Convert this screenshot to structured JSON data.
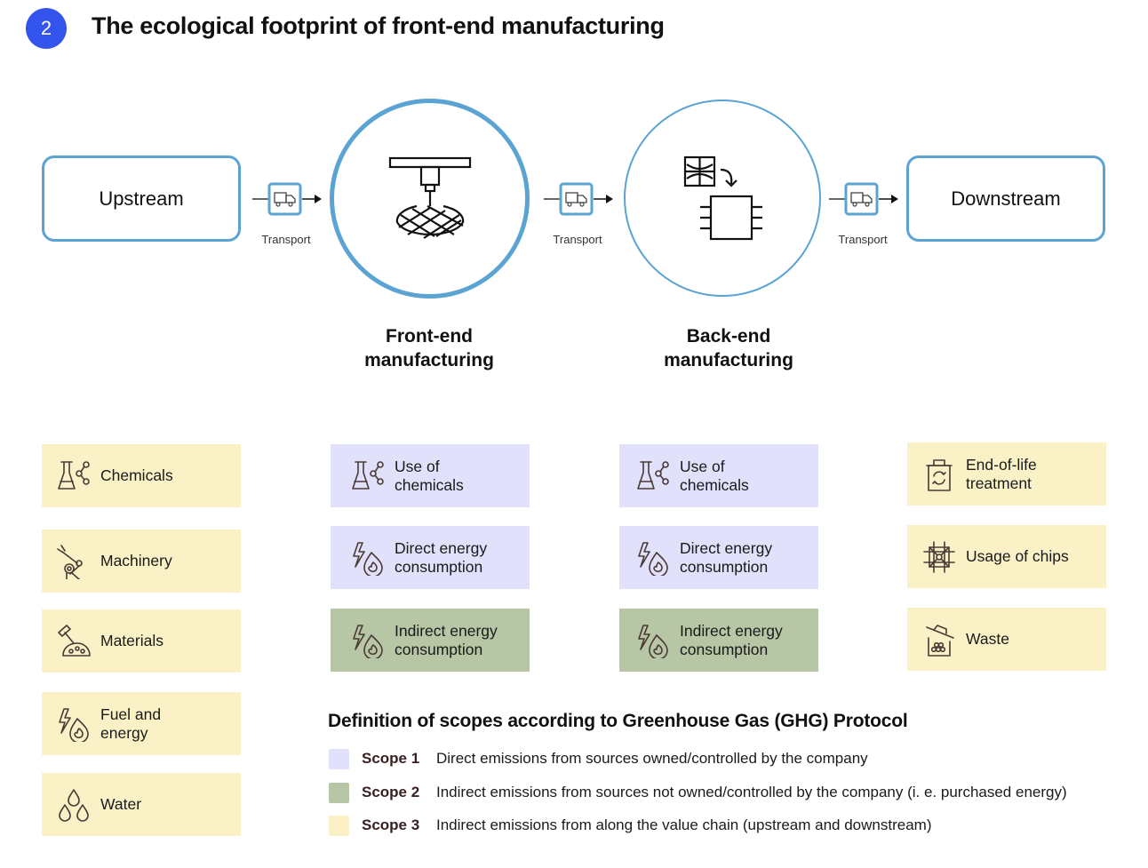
{
  "header": {
    "number": "2",
    "title": "The ecological footprint of front-end manufacturing"
  },
  "flow": {
    "upstream": "Upstream",
    "downstream": "Downstream",
    "front_end": {
      "line1": "Front-end",
      "line2": "manufacturing",
      "icon": "wafer-deposition-icon"
    },
    "back_end": {
      "line1": "Back-end",
      "line2": "manufacturing",
      "icon": "chip-packaging-icon"
    },
    "transports": [
      {
        "label": "Transport",
        "icon": "truck-icon"
      },
      {
        "label": "Transport",
        "icon": "truck-icon"
      },
      {
        "label": "Transport",
        "icon": "truck-icon"
      }
    ]
  },
  "columns": {
    "upstream": [
      {
        "label": "Chemicals",
        "icon": "chemicals-flask-icon",
        "scope": "Scope 3"
      },
      {
        "label": "Machinery",
        "icon": "robot-arm-icon",
        "scope": "Scope 3"
      },
      {
        "label": "Materials",
        "icon": "mining-hammer-icon",
        "scope": "Scope 3"
      },
      {
        "label": "Fuel and energy",
        "icon": "lightning-flame-icon",
        "scope": "Scope 3"
      },
      {
        "label": "Water",
        "icon": "water-drops-icon",
        "scope": "Scope 3"
      }
    ],
    "front_end": [
      {
        "label": "Use of chemicals",
        "icon": "chemicals-flask-icon",
        "scope": "Scope 1"
      },
      {
        "label": "Direct energy consumption",
        "icon": "lightning-flame-icon",
        "scope": "Scope 1"
      },
      {
        "label": "Indirect energy consumption",
        "icon": "lightning-flame-icon",
        "scope": "Scope 2"
      }
    ],
    "back_end": [
      {
        "label": "Use of chemicals",
        "icon": "chemicals-flask-icon",
        "scope": "Scope 1"
      },
      {
        "label": "Direct energy consumption",
        "icon": "lightning-flame-icon",
        "scope": "Scope 1"
      },
      {
        "label": "Indirect energy consumption",
        "icon": "lightning-flame-icon",
        "scope": "Scope 2"
      }
    ],
    "downstream": [
      {
        "label": "End-of-life treatment",
        "icon": "recycle-bin-icon",
        "scope": "Scope 3"
      },
      {
        "label": "Usage of chips",
        "icon": "chip-icon",
        "scope": "Scope 3"
      },
      {
        "label": "Waste",
        "icon": "waste-bin-icon",
        "scope": "Scope 3"
      }
    ]
  },
  "legend": {
    "title": "Definition of scopes according to Greenhouse Gas (GHG) Protocol",
    "items": [
      {
        "scope": "Scope 1",
        "description": "Direct emissions from sources owned/controlled by the company",
        "color": "#e1e1fb"
      },
      {
        "scope": "Scope 2",
        "description": "Indirect emissions from sources not owned/controlled by the company (i. e. purchased energy)",
        "color": "#b7c6a4"
      },
      {
        "scope": "Scope 3",
        "description": "Indirect emissions from along the value chain (upstream and downstream)",
        "color": "#faf2c6"
      }
    ]
  },
  "colors": {
    "accent_blue": "#3355ee",
    "flow_outline": "#5aa3d3",
    "scope1": "#e1e1fb",
    "scope2": "#b7c6a4",
    "scope3": "#faf2c6"
  }
}
